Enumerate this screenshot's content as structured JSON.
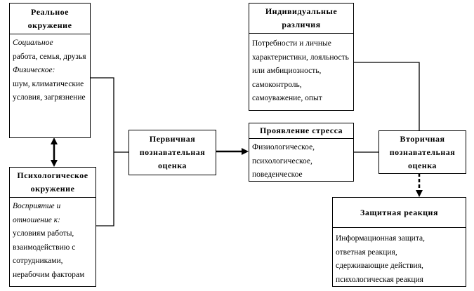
{
  "real_env": {
    "title": "Реальное окружение",
    "social_label": "Социальное",
    "social_text": "работа, семья, друзья",
    "physical_label": "Физическое:",
    "physical_text": "шум, климатические условия, загрязнение"
  },
  "psych_env": {
    "title": "Психологическое окружение",
    "perception_label": "Восприятие и отношение к:",
    "perception_text": "условиям работы, взаимодействию с сотрудниками, нерабочим факторам"
  },
  "primary": {
    "title": "Первичная познавательная оценка"
  },
  "individual": {
    "title": "Индивидуальные различия",
    "text": "Потребности и личные характеристики, лояльность или амбициозность, самоконтроль, самоуважение, опыт"
  },
  "stress": {
    "title": "Проявление стресса",
    "text": "Физиологическое, психологическое, поведенческое"
  },
  "secondary": {
    "title": "Вторичная познавательная оценка"
  },
  "defense": {
    "title": "Защитная реакция",
    "text": "Информационная защита, ответная реакция, сдерживающие действия, психологическая реакция"
  }
}
